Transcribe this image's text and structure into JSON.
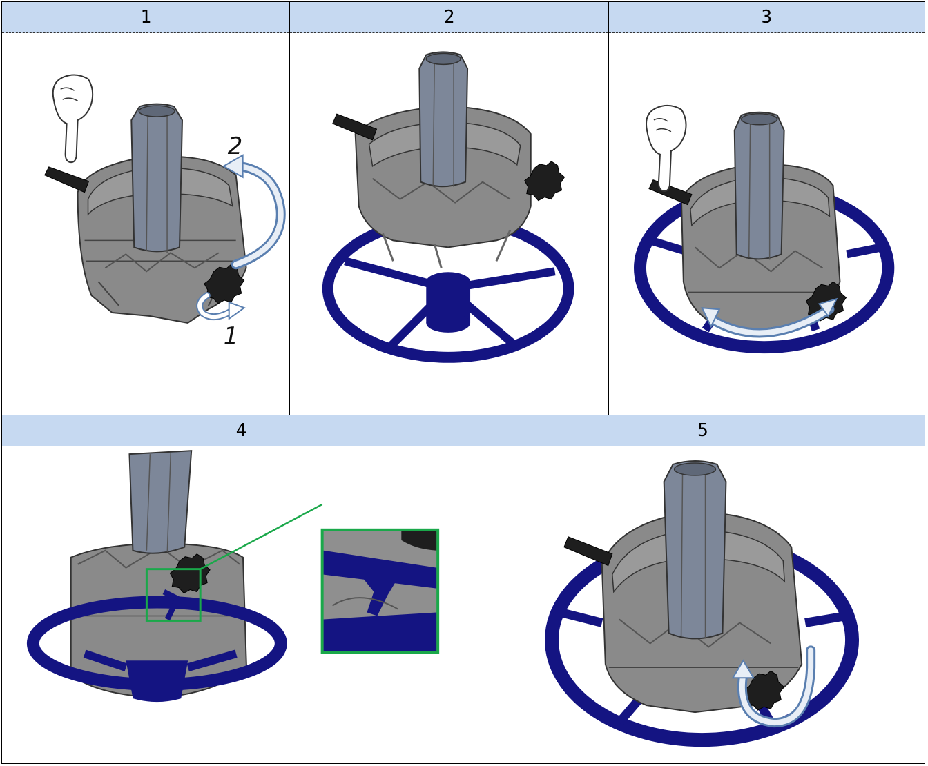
{
  "steps": [
    {
      "number": "1",
      "labels": [
        "2",
        "1"
      ]
    },
    {
      "number": "2"
    },
    {
      "number": "3"
    },
    {
      "number": "4"
    },
    {
      "number": "5"
    }
  ],
  "colors": {
    "header_fill": "#c6d9f1",
    "base_grey": "#8a8a8a",
    "mast_grey": "#7d8799",
    "wheel_blue": "#141482",
    "knob_black": "#1e1e1e",
    "arrow_blue": "#5a7fb0",
    "callout_green": "#1aa84a"
  },
  "icons": [
    "pointing-hand-icon",
    "rotate-arrow-icon"
  ]
}
